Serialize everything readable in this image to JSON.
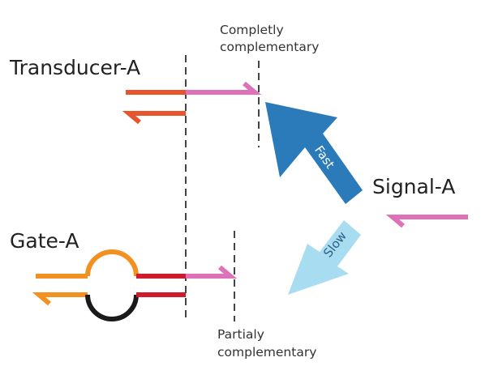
{
  "labels": {
    "transducer": "Transducer-A",
    "gate": "Gate-A",
    "signal": "Signal-A",
    "completely_line1": "Completly",
    "completely_line2": "complementary",
    "partially_line1": "Partialy",
    "partially_line2": "complementary",
    "fast": "Fast",
    "slow": "Slow"
  },
  "colors": {
    "orange_red": "#e8552d",
    "orange": "#f39022",
    "pink": "#dd72b8",
    "dark_red": "#cf1b2b",
    "black_loop": "#1a1a1a",
    "fast_arrow": "#2b7bba",
    "slow_arrow": "#a8dcf0",
    "fast_text": "#ffffff",
    "slow_text": "#2b5f86",
    "dashed_line": "#444444"
  }
}
